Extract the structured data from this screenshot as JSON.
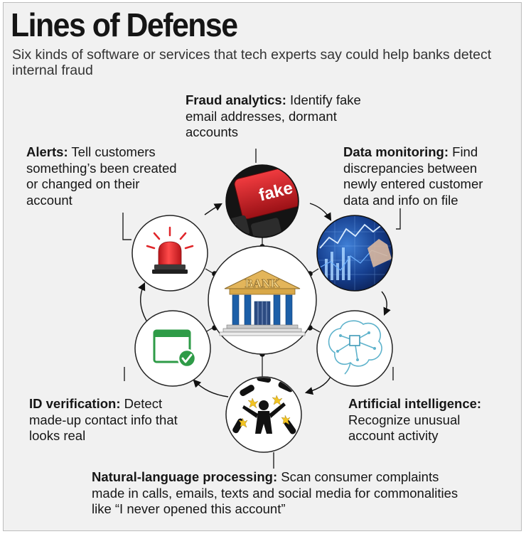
{
  "title": "Lines of Defense",
  "subtitle": "Six kinds of software or services that tech experts say could help banks detect internal fraud",
  "center": {
    "label": "BANK"
  },
  "items": [
    {
      "name": "Fraud analytics:",
      "desc": "Identify fake email addresses, dormant accounts",
      "image_text": "fake",
      "icon": "fake-key-icon"
    },
    {
      "name": "Data monitoring:",
      "desc": "Find discrepancies between newly entered customer data and info on file",
      "icon": "data-chart-icon"
    },
    {
      "name": "Artificial intelligence:",
      "desc": "Recognize unusual account activity",
      "icon": "brain-chip-icon"
    },
    {
      "name": "Natural-language processing:",
      "desc": "Scan consumer complaints made in calls, emails, texts and social media for commonalities like “I never opened this account”",
      "icon": "phones-complaints-icon"
    },
    {
      "name": "ID verification:",
      "desc": "Detect made-up contact info that looks real",
      "icon": "window-checkmark-icon"
    },
    {
      "name": "Alerts:",
      "desc": "Tell customers something’s been created or changed on their account",
      "icon": "alarm-siren-icon"
    }
  ],
  "colors": {
    "siren_red": "#e0262a",
    "check_green": "#2e9b47",
    "key_red": "#d41e27",
    "chart_blue": "#1f4fa8",
    "brain_cyan": "#5fb3cc",
    "bank_gold": "#e3b55a",
    "bank_blue": "#1c5fa8"
  }
}
